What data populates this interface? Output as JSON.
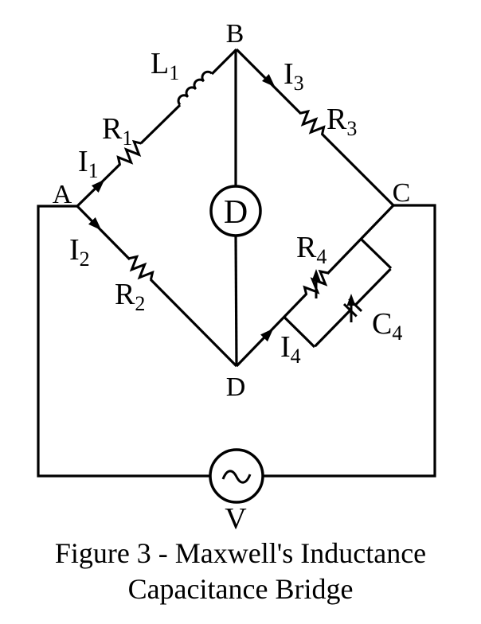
{
  "figure": {
    "caption_line1": "Figure 3 - Maxwell's Inductance",
    "caption_line2": "Capacitance Bridge"
  },
  "nodes": {
    "A": "A",
    "B": "B",
    "C": "C",
    "D": "D"
  },
  "detector": {
    "label": "D"
  },
  "source": {
    "label": "V",
    "waveform": "~"
  },
  "components": {
    "L1": {
      "main": "L",
      "sub": "1"
    },
    "R1": {
      "main": "R",
      "sub": "1"
    },
    "R2": {
      "main": "R",
      "sub": "2"
    },
    "R3": {
      "main": "R",
      "sub": "3"
    },
    "R4": {
      "main": "R",
      "sub": "4"
    },
    "C4": {
      "main": "C",
      "sub": "4"
    }
  },
  "currents": {
    "I1": {
      "main": "I",
      "sub": "1"
    },
    "I2": {
      "main": "I",
      "sub": "2"
    },
    "I3": {
      "main": "I",
      "sub": "3"
    },
    "I4": {
      "main": "I",
      "sub": "4"
    }
  },
  "colors": {
    "line": "#000000",
    "background": "#ffffff"
  }
}
